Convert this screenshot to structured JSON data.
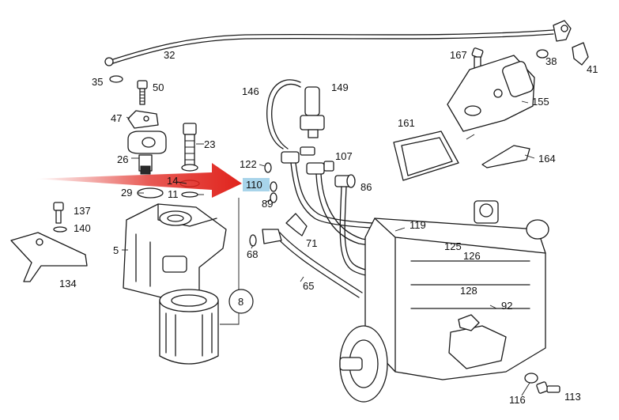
{
  "labels": {
    "l32": "32",
    "l35": "35",
    "l50": "50",
    "l47": "47",
    "l26": "26",
    "l23": "23",
    "l14": "14",
    "l29": "29",
    "l11": "11",
    "l137": "137",
    "l140": "140",
    "l5": "5",
    "l134": "134",
    "l8": "8",
    "l146": "146",
    "l149": "149",
    "l122": "122",
    "l110": "110",
    "l89": "89",
    "l107": "107",
    "l86": "86",
    "l68": "68",
    "l71": "71",
    "l65": "65",
    "l167": "167",
    "l38": "38",
    "l41": "41",
    "l155": "155",
    "l161": "161",
    "l164": "164",
    "l119": "119",
    "l125": "125",
    "l126": "126",
    "l128": "128",
    "l92": "92",
    "l116": "116",
    "l113": "113"
  },
  "highlight": {
    "label": "110",
    "color": "#a8d4ea"
  },
  "pointer": {
    "type": "arrow",
    "color": "#e0231c"
  },
  "icons": [
    "red-arrow-icon",
    "callout-circle-icon"
  ]
}
